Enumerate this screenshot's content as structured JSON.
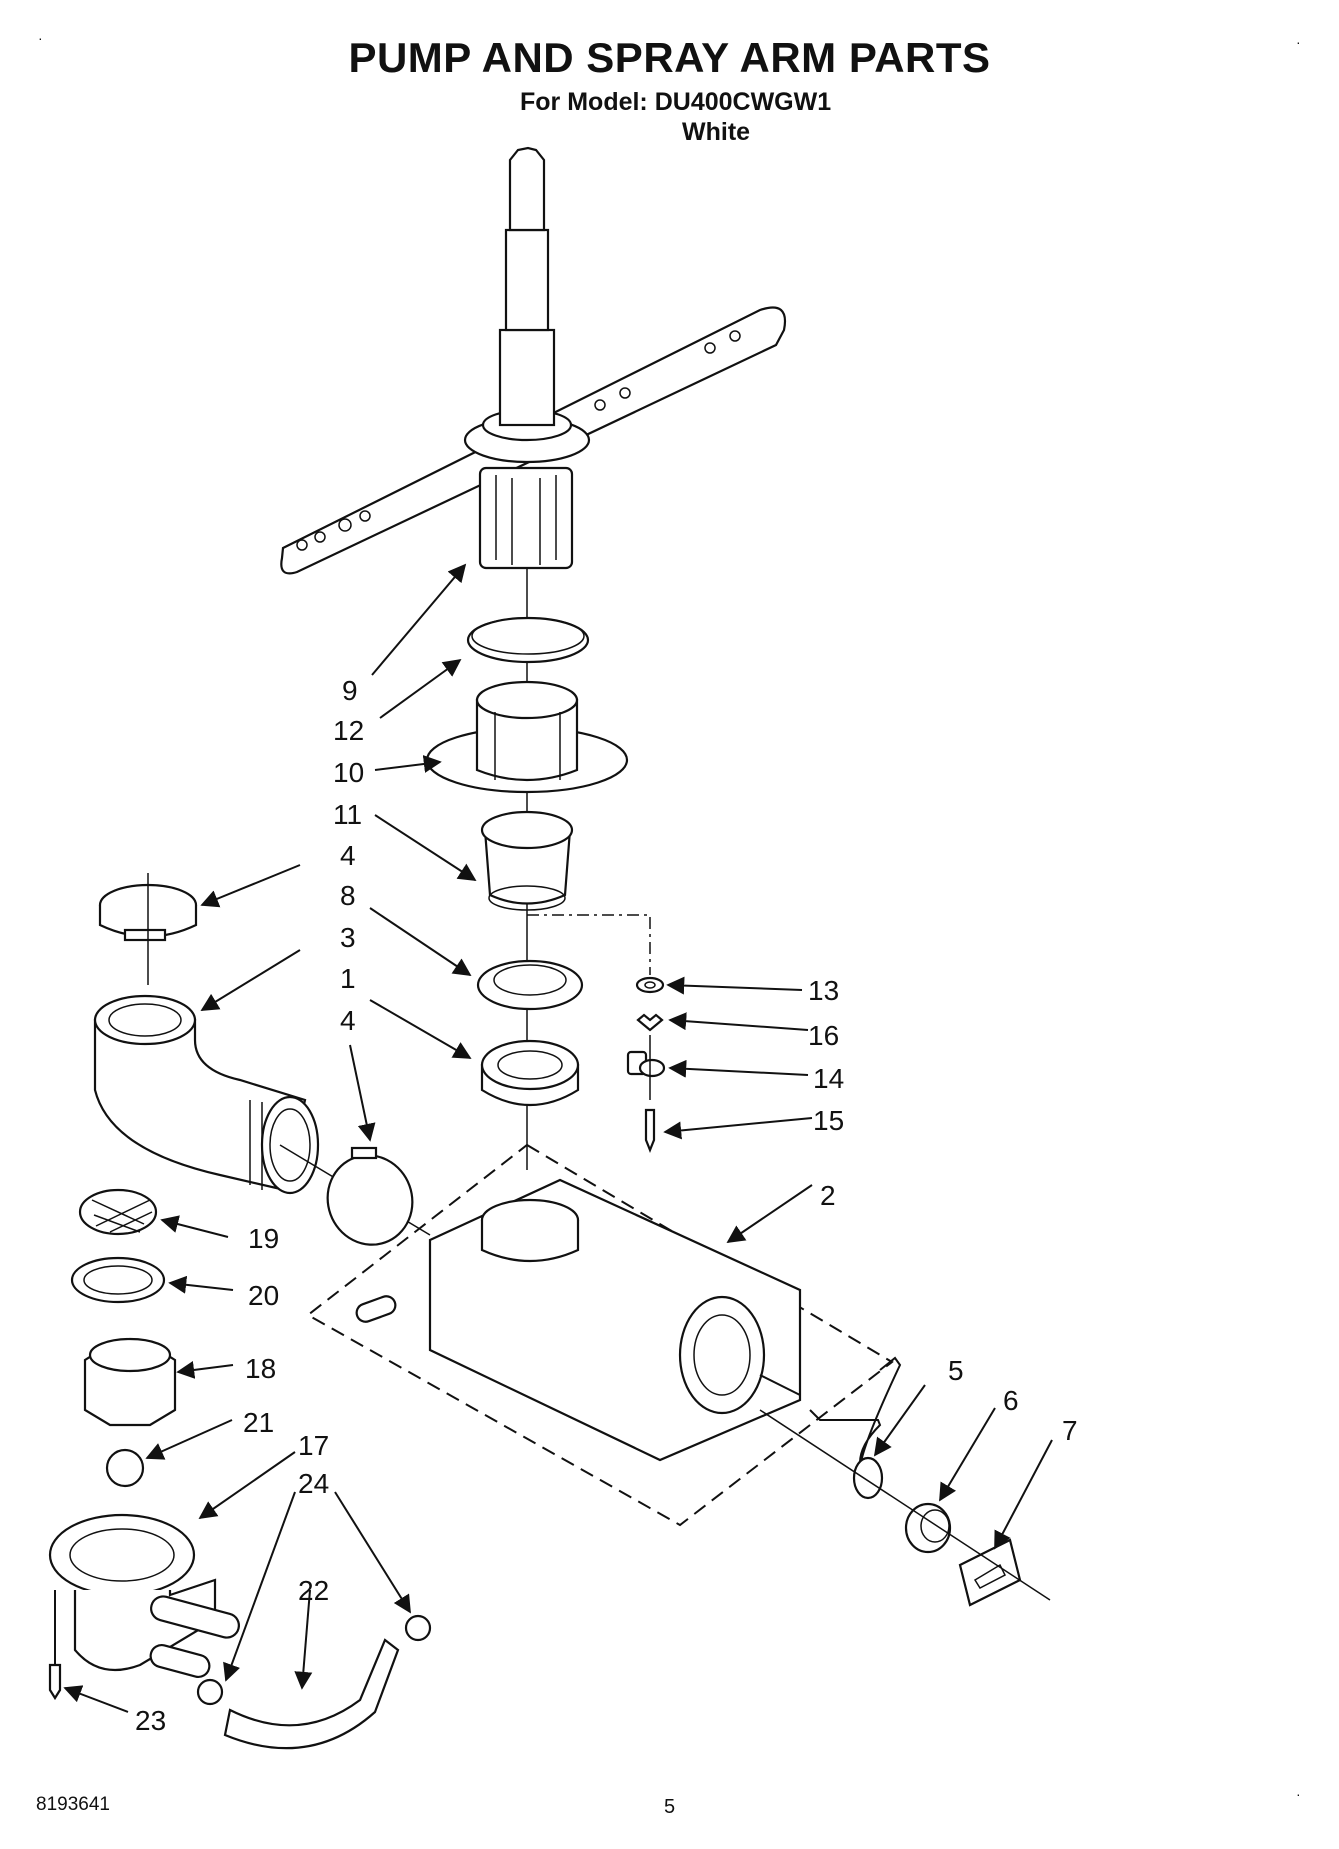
{
  "header": {
    "title": "PUMP AND SPRAY ARM PARTS",
    "model_line": "For Model: DU400CWGW1",
    "color": "White"
  },
  "footer": {
    "doc_number": "8193641",
    "page_number": "5"
  },
  "callouts": [
    "9",
    "12",
    "10",
    "11",
    "4",
    "8",
    "3",
    "1",
    "4",
    "13",
    "16",
    "14",
    "15",
    "2",
    "19",
    "20",
    "18",
    "21",
    "17",
    "24",
    "22",
    "23",
    "5",
    "6",
    "7"
  ]
}
